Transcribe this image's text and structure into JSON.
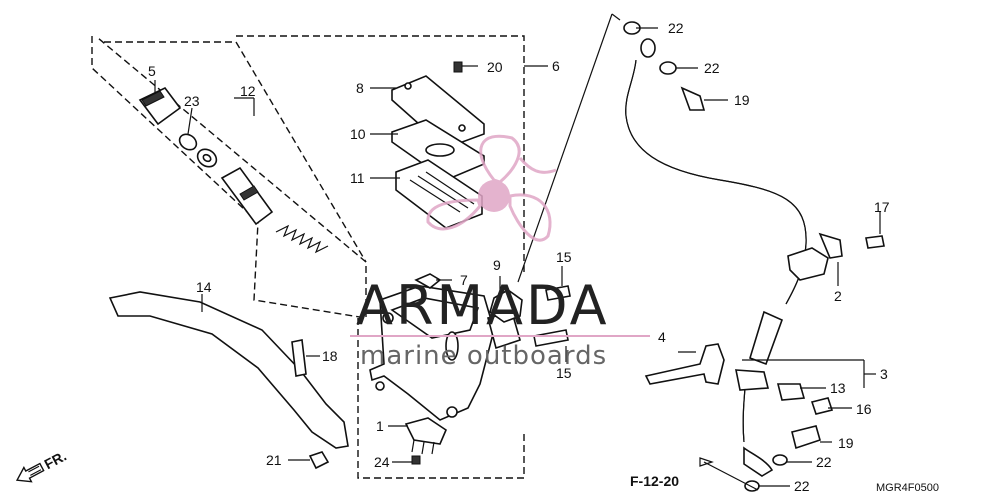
{
  "diagram_code": "MGR4F0500",
  "section_ref": "F-12-20",
  "front_indicator": "FR.",
  "watermark": {
    "brand": "ARMADA",
    "tagline": "marine outboards",
    "colors": {
      "logo": "#e0a6c6",
      "text": "#222222"
    }
  },
  "callouts": [
    "1",
    "2",
    "3",
    "4",
    "5",
    "6",
    "7",
    "8",
    "9",
    "10",
    "11",
    "12",
    "13",
    "14",
    "15",
    "16",
    "17",
    "18",
    "19",
    "20",
    "21",
    "22",
    "23",
    "24"
  ],
  "repeated_callouts": {
    "15": 2,
    "19": 2,
    "22": 4
  }
}
